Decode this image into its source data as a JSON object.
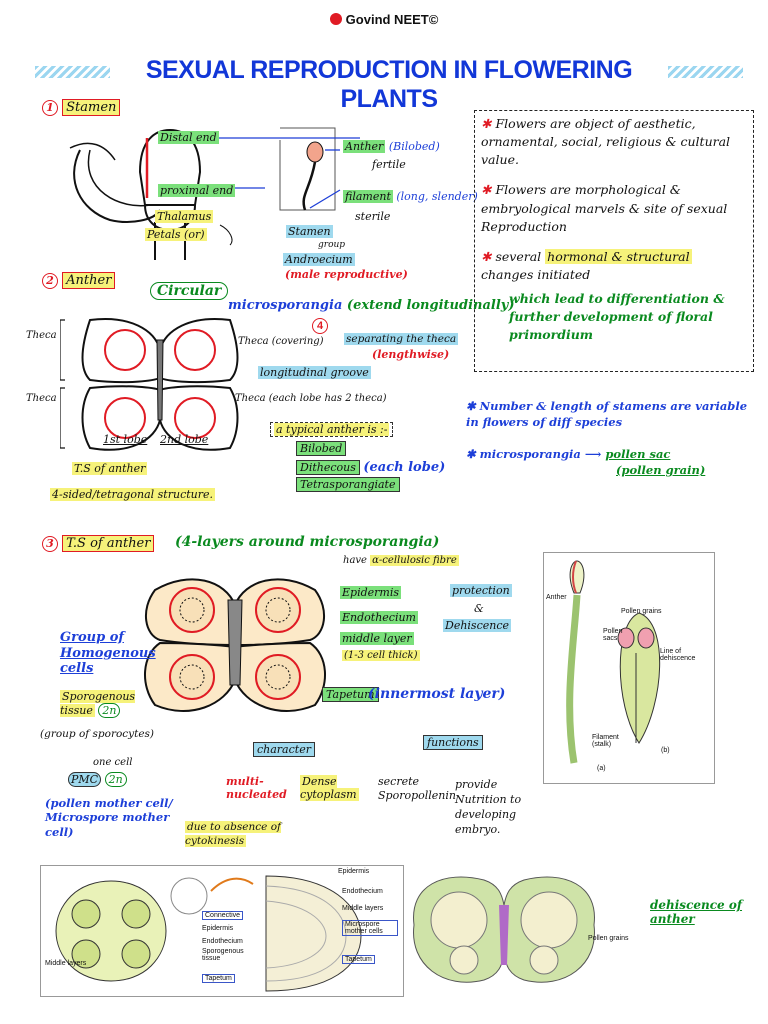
{
  "brand": "Govind NEET©",
  "title": "SEXUAL REPRODUCTION IN FLOWERING PLANTS",
  "colors": {
    "title": "#1237d8",
    "red": "#e01b24",
    "blue": "#1d3fd8",
    "green": "#0a8a1f",
    "highlight_yellow": "#f6f27a",
    "highlight_green": "#7be07b",
    "highlight_blue": "#9fd9ee"
  },
  "s1": {
    "num": "1",
    "heading": "Stamen",
    "distal": "Distal end",
    "proximal": "proximal end",
    "thalamus": "Thalamus",
    "petals": "Petals (or)",
    "anther": "Anther",
    "anther_note": "(Bilobed)",
    "fertile": "fertile",
    "filament": "filament",
    "filament_note": "(long, slender)",
    "sterile": "sterile",
    "stamen": "Stamen",
    "group": "group",
    "androecium": "Androecium",
    "male_rep": "(male reproductive)"
  },
  "notes": {
    "n1": "Flowers are object of aesthetic, ornamental, social, religious & cultural value.",
    "n2": "Flowers are morphological & embryological marvels & site of sexual Reproduction",
    "n3_pre": "several",
    "n3_hl": "hormonal & structural",
    "n3_post": "changes initiated",
    "n3_green": "which lead to differentiation & further development of floral primordium"
  },
  "s2": {
    "num": "2",
    "heading": "Anther",
    "circular": "Circular",
    "microsporangia": "microsporangia",
    "extend": "(extend longitudinally)",
    "num4": "4",
    "theca": "Theca",
    "theca_wall": "Theca (covering)",
    "separating": "separating the theca",
    "lengthwise": "(lengthwise)",
    "groove": "longitudinal groove",
    "theca2": "Theca",
    "each_lobe_2": "Theca (each lobe has 2 theca)",
    "lobe1": "1st lobe",
    "lobe2": "2nd lobe",
    "ts": "T.S of anther",
    "tetragonal": "4-sided/tetragonal structure.",
    "typical": "a typical anther is :-",
    "bilobed": "Bilobed",
    "dithecous": "Dithecous",
    "each_lobe": "(each lobe)",
    "tetra": "Tetrasporangiate"
  },
  "side": {
    "n1": "Number & length of stamens are variable in flowers of diff species",
    "n2_a": "microsporangia",
    "n2_b": "pollen sac",
    "n2_c": "(pollen grain)"
  },
  "s3": {
    "num": "3",
    "heading": "T.S of anther",
    "layers": "(4-layers around microsporangia)",
    "have": "have",
    "fibre": "α-cellulosic fibre",
    "epidermis": "Epidermis",
    "endothecium": "Endothecium",
    "middle": "middle layer",
    "thick": "(1-3 cell thick)",
    "protection": "protection",
    "amp": "&",
    "dehiscence": "Dehiscence",
    "group_hom": "Group of Homogenous cells",
    "sporogenous": "Sporogenous tissue",
    "sp_2n": "2n",
    "group_spore": "(group of sporocytes)",
    "one_cell": "one cell",
    "pmc": "PMC",
    "pmc_2n": "2n",
    "pmc_full": "(pollen mother cell/ Microspore mother cell)",
    "tapetum": "Tapetum",
    "innermost": "(innermost layer)",
    "character": "character",
    "functions": "functions",
    "multi": "multi-nucleated",
    "due": "due to absence of cytokinesis",
    "dense": "Dense cytoplasm",
    "secrete": "secrete Sporopollenin",
    "provide": "provide Nutrition to developing embryo."
  },
  "fig_right": {
    "anther": "Anther",
    "pollen_grains": "Pollen grains",
    "pollen_sacs": "Pollen sacs",
    "line": "Line of dehiscence",
    "filament": "Filament (stalk)",
    "a": "(a)",
    "b": "(b)"
  },
  "fig_bottom": {
    "connective": "Connective",
    "epidermis": "Epidermis",
    "endothecium": "Endothecium",
    "sporogenous": "Sporogenous tissue",
    "middle_layers": "Middle layers",
    "tapetum": "Tapetum",
    "epidermis2": "Epidermis",
    "endothecium2": "Endothecium",
    "middle_layers2": "Middle layers",
    "microspore": "Microspore mother cells",
    "tapetum2": "Tapetum",
    "pollen_grains": "Pollen grains",
    "dehiscence": "dehiscence of anther"
  }
}
